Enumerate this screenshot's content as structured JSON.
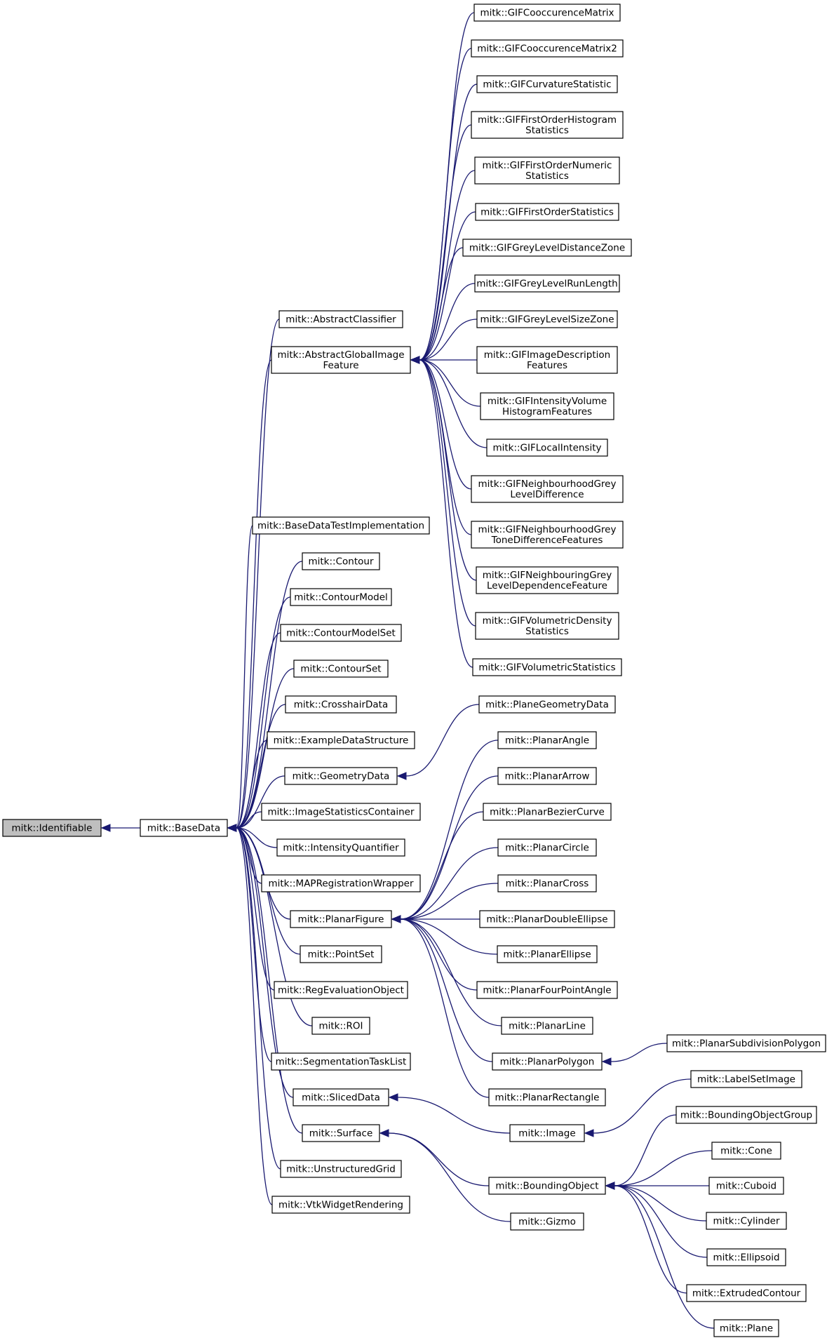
{
  "diagram": {
    "root": "mitk::Identifiable",
    "nodes": [
      {
        "id": "identifiable",
        "lines": [
          "mitk::Identifiable"
        ],
        "highlight": true
      },
      {
        "id": "basedata",
        "lines": [
          "mitk::BaseData"
        ]
      },
      {
        "id": "abstractclassifier",
        "lines": [
          "mitk::AbstractClassifier"
        ]
      },
      {
        "id": "abstractglobalimagefeature",
        "lines": [
          "mitk::AbstractGlobalImage",
          "Feature"
        ]
      },
      {
        "id": "basedatatestimplementation",
        "lines": [
          "mitk::BaseDataTestImplementation"
        ]
      },
      {
        "id": "contour",
        "lines": [
          "mitk::Contour"
        ]
      },
      {
        "id": "contourmodel",
        "lines": [
          "mitk::ContourModel"
        ]
      },
      {
        "id": "contourmodelset",
        "lines": [
          "mitk::ContourModelSet"
        ]
      },
      {
        "id": "contourset",
        "lines": [
          "mitk::ContourSet"
        ]
      },
      {
        "id": "crosshairdata",
        "lines": [
          "mitk::CrosshairData"
        ]
      },
      {
        "id": "exampledatastructure",
        "lines": [
          "mitk::ExampleDataStructure"
        ]
      },
      {
        "id": "geometrydata",
        "lines": [
          "mitk::GeometryData"
        ]
      },
      {
        "id": "imagestatisticscontainer",
        "lines": [
          "mitk::ImageStatisticsContainer"
        ]
      },
      {
        "id": "intensityquantifier",
        "lines": [
          "mitk::IntensityQuantifier"
        ]
      },
      {
        "id": "mapregistrationwrapper",
        "lines": [
          "mitk::MAPRegistrationWrapper"
        ]
      },
      {
        "id": "planarfigure",
        "lines": [
          "mitk::PlanarFigure"
        ]
      },
      {
        "id": "pointset",
        "lines": [
          "mitk::PointSet"
        ]
      },
      {
        "id": "regevaluationobject",
        "lines": [
          "mitk::RegEvaluationObject"
        ]
      },
      {
        "id": "roi",
        "lines": [
          "mitk::ROI"
        ]
      },
      {
        "id": "segmentationtasklist",
        "lines": [
          "mitk::SegmentationTaskList"
        ]
      },
      {
        "id": "sliceddata",
        "lines": [
          "mitk::SlicedData"
        ]
      },
      {
        "id": "surface",
        "lines": [
          "mitk::Surface"
        ]
      },
      {
        "id": "unstructuredgrid",
        "lines": [
          "mitk::UnstructuredGrid"
        ]
      },
      {
        "id": "vtkwidgetrendering",
        "lines": [
          "mitk::VtkWidgetRendering"
        ]
      },
      {
        "id": "gifcooc",
        "lines": [
          "mitk::GIFCooccurenceMatrix"
        ]
      },
      {
        "id": "gifcooc2",
        "lines": [
          "mitk::GIFCooccurenceMatrix2"
        ]
      },
      {
        "id": "gifcurv",
        "lines": [
          "mitk::GIFCurvatureStatistic"
        ]
      },
      {
        "id": "giffoh",
        "lines": [
          "mitk::GIFFirstOrderHistogram",
          "Statistics"
        ]
      },
      {
        "id": "giffon",
        "lines": [
          "mitk::GIFFirstOrderNumeric",
          "Statistics"
        ]
      },
      {
        "id": "giffos",
        "lines": [
          "mitk::GIFFirstOrderStatistics"
        ]
      },
      {
        "id": "gifgldz",
        "lines": [
          "mitk::GIFGreyLevelDistanceZone"
        ]
      },
      {
        "id": "gifglrl",
        "lines": [
          "mitk::GIFGreyLevelRunLength"
        ]
      },
      {
        "id": "gifglsz",
        "lines": [
          "mitk::GIFGreyLevelSizeZone"
        ]
      },
      {
        "id": "gifimgdesc",
        "lines": [
          "mitk::GIFImageDescription",
          "Features"
        ]
      },
      {
        "id": "gifivh",
        "lines": [
          "mitk::GIFIntensityVolume",
          "HistogramFeatures"
        ]
      },
      {
        "id": "giflocal",
        "lines": [
          "mitk::GIFLocalIntensity"
        ]
      },
      {
        "id": "gifngld",
        "lines": [
          "mitk::GIFNeighbourhoodGrey",
          "LevelDifference"
        ]
      },
      {
        "id": "gifngtd",
        "lines": [
          "mitk::GIFNeighbourhoodGrey",
          "ToneDifferenceFeatures"
        ]
      },
      {
        "id": "gifngldf",
        "lines": [
          "mitk::GIFNeighbouringGrey",
          "LevelDependenceFeature"
        ]
      },
      {
        "id": "gifvd",
        "lines": [
          "mitk::GIFVolumetricDensity",
          "Statistics"
        ]
      },
      {
        "id": "gifvs",
        "lines": [
          "mitk::GIFVolumetricStatistics"
        ]
      },
      {
        "id": "planegeometrydata",
        "lines": [
          "mitk::PlaneGeometryData"
        ]
      },
      {
        "id": "planarangle",
        "lines": [
          "mitk::PlanarAngle"
        ]
      },
      {
        "id": "planararrow",
        "lines": [
          "mitk::PlanarArrow"
        ]
      },
      {
        "id": "planarbezier",
        "lines": [
          "mitk::PlanarBezierCurve"
        ]
      },
      {
        "id": "planarcircle",
        "lines": [
          "mitk::PlanarCircle"
        ]
      },
      {
        "id": "planarcross",
        "lines": [
          "mitk::PlanarCross"
        ]
      },
      {
        "id": "planardoubleellipse",
        "lines": [
          "mitk::PlanarDoubleEllipse"
        ]
      },
      {
        "id": "planarellipse",
        "lines": [
          "mitk::PlanarEllipse"
        ]
      },
      {
        "id": "planarfourpointangle",
        "lines": [
          "mitk::PlanarFourPointAngle"
        ]
      },
      {
        "id": "planarline",
        "lines": [
          "mitk::PlanarLine"
        ]
      },
      {
        "id": "planarpolygon",
        "lines": [
          "mitk::PlanarPolygon"
        ]
      },
      {
        "id": "planarrectangle",
        "lines": [
          "mitk::PlanarRectangle"
        ]
      },
      {
        "id": "planarsubdivisionpolygon",
        "lines": [
          "mitk::PlanarSubdivisionPolygon"
        ]
      },
      {
        "id": "image",
        "lines": [
          "mitk::Image"
        ]
      },
      {
        "id": "labelsetimage",
        "lines": [
          "mitk::LabelSetImage"
        ]
      },
      {
        "id": "boundingobject",
        "lines": [
          "mitk::BoundingObject"
        ]
      },
      {
        "id": "gizmo",
        "lines": [
          "mitk::Gizmo"
        ]
      },
      {
        "id": "boundingobjectgroup",
        "lines": [
          "mitk::BoundingObjectGroup"
        ]
      },
      {
        "id": "cone",
        "lines": [
          "mitk::Cone"
        ]
      },
      {
        "id": "cuboid",
        "lines": [
          "mitk::Cuboid"
        ]
      },
      {
        "id": "cylinder",
        "lines": [
          "mitk::Cylinder"
        ]
      },
      {
        "id": "ellipsoid",
        "lines": [
          "mitk::Ellipsoid"
        ]
      },
      {
        "id": "extrudedcontour",
        "lines": [
          "mitk::ExtrudedContour"
        ]
      },
      {
        "id": "plane",
        "lines": [
          "mitk::Plane"
        ]
      }
    ],
    "edges": [
      {
        "from": "basedata",
        "to": "identifiable"
      },
      {
        "from": "abstractclassifier",
        "to": "basedata"
      },
      {
        "from": "abstractglobalimagefeature",
        "to": "basedata"
      },
      {
        "from": "basedatatestimplementation",
        "to": "basedata"
      },
      {
        "from": "contour",
        "to": "basedata"
      },
      {
        "from": "contourmodel",
        "to": "basedata"
      },
      {
        "from": "contourmodelset",
        "to": "basedata"
      },
      {
        "from": "contourset",
        "to": "basedata"
      },
      {
        "from": "crosshairdata",
        "to": "basedata"
      },
      {
        "from": "exampledatastructure",
        "to": "basedata"
      },
      {
        "from": "geometrydata",
        "to": "basedata"
      },
      {
        "from": "imagestatisticscontainer",
        "to": "basedata"
      },
      {
        "from": "intensityquantifier",
        "to": "basedata"
      },
      {
        "from": "mapregistrationwrapper",
        "to": "basedata"
      },
      {
        "from": "planarfigure",
        "to": "basedata"
      },
      {
        "from": "pointset",
        "to": "basedata"
      },
      {
        "from": "regevaluationobject",
        "to": "basedata"
      },
      {
        "from": "roi",
        "to": "basedata"
      },
      {
        "from": "segmentationtasklist",
        "to": "basedata"
      },
      {
        "from": "sliceddata",
        "to": "basedata"
      },
      {
        "from": "surface",
        "to": "basedata"
      },
      {
        "from": "unstructuredgrid",
        "to": "basedata"
      },
      {
        "from": "vtkwidgetrendering",
        "to": "basedata"
      },
      {
        "from": "gifcooc",
        "to": "abstractglobalimagefeature"
      },
      {
        "from": "gifcooc2",
        "to": "abstractglobalimagefeature"
      },
      {
        "from": "gifcurv",
        "to": "abstractglobalimagefeature"
      },
      {
        "from": "giffoh",
        "to": "abstractglobalimagefeature"
      },
      {
        "from": "giffon",
        "to": "abstractglobalimagefeature"
      },
      {
        "from": "giffos",
        "to": "abstractglobalimagefeature"
      },
      {
        "from": "gifgldz",
        "to": "abstractglobalimagefeature"
      },
      {
        "from": "gifglrl",
        "to": "abstractglobalimagefeature"
      },
      {
        "from": "gifglsz",
        "to": "abstractglobalimagefeature"
      },
      {
        "from": "gifimgdesc",
        "to": "abstractglobalimagefeature"
      },
      {
        "from": "gifivh",
        "to": "abstractglobalimagefeature"
      },
      {
        "from": "giflocal",
        "to": "abstractglobalimagefeature"
      },
      {
        "from": "gifngld",
        "to": "abstractglobalimagefeature"
      },
      {
        "from": "gifngtd",
        "to": "abstractglobalimagefeature"
      },
      {
        "from": "gifngldf",
        "to": "abstractglobalimagefeature"
      },
      {
        "from": "gifvd",
        "to": "abstractglobalimagefeature"
      },
      {
        "from": "gifvs",
        "to": "abstractglobalimagefeature"
      },
      {
        "from": "planegeometrydata",
        "to": "geometrydata"
      },
      {
        "from": "planarangle",
        "to": "planarfigure"
      },
      {
        "from": "planararrow",
        "to": "planarfigure"
      },
      {
        "from": "planarbezier",
        "to": "planarfigure"
      },
      {
        "from": "planarcircle",
        "to": "planarfigure"
      },
      {
        "from": "planarcross",
        "to": "planarfigure"
      },
      {
        "from": "planardoubleellipse",
        "to": "planarfigure"
      },
      {
        "from": "planarellipse",
        "to": "planarfigure"
      },
      {
        "from": "planarfourpointangle",
        "to": "planarfigure"
      },
      {
        "from": "planarline",
        "to": "planarfigure"
      },
      {
        "from": "planarpolygon",
        "to": "planarfigure"
      },
      {
        "from": "planarrectangle",
        "to": "planarfigure"
      },
      {
        "from": "planarsubdivisionpolygon",
        "to": "planarpolygon"
      },
      {
        "from": "image",
        "to": "sliceddata"
      },
      {
        "from": "labelsetimage",
        "to": "image"
      },
      {
        "from": "boundingobject",
        "to": "surface"
      },
      {
        "from": "gizmo",
        "to": "surface"
      },
      {
        "from": "boundingobjectgroup",
        "to": "boundingobject"
      },
      {
        "from": "cone",
        "to": "boundingobject"
      },
      {
        "from": "cuboid",
        "to": "boundingobject"
      },
      {
        "from": "cylinder",
        "to": "boundingobject"
      },
      {
        "from": "ellipsoid",
        "to": "boundingobject"
      },
      {
        "from": "extrudedcontour",
        "to": "boundingobject"
      },
      {
        "from": "plane",
        "to": "boundingobject"
      }
    ]
  }
}
